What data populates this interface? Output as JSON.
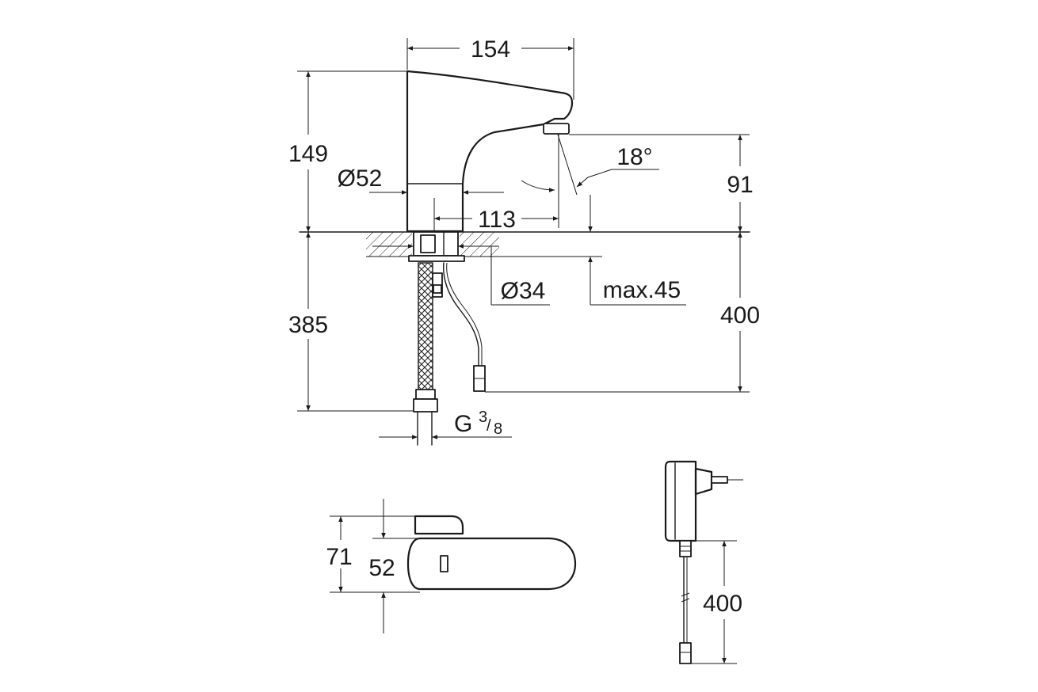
{
  "side_view": {
    "width_total": "154",
    "height_total": "149",
    "base_diameter": "Ø52",
    "reach": "113",
    "spray_angle": "18°",
    "spout_clearance": "91",
    "tail_diameter": "Ø34",
    "max_thickness": "max.45",
    "hose_length": "385",
    "cable_length": "400",
    "connection_thread": "G",
    "thread_numerator": "3",
    "thread_denominator": "8"
  },
  "top_view": {
    "height_total": "71",
    "body_depth": "52"
  },
  "power_adapter": {
    "cable_length": "400"
  }
}
